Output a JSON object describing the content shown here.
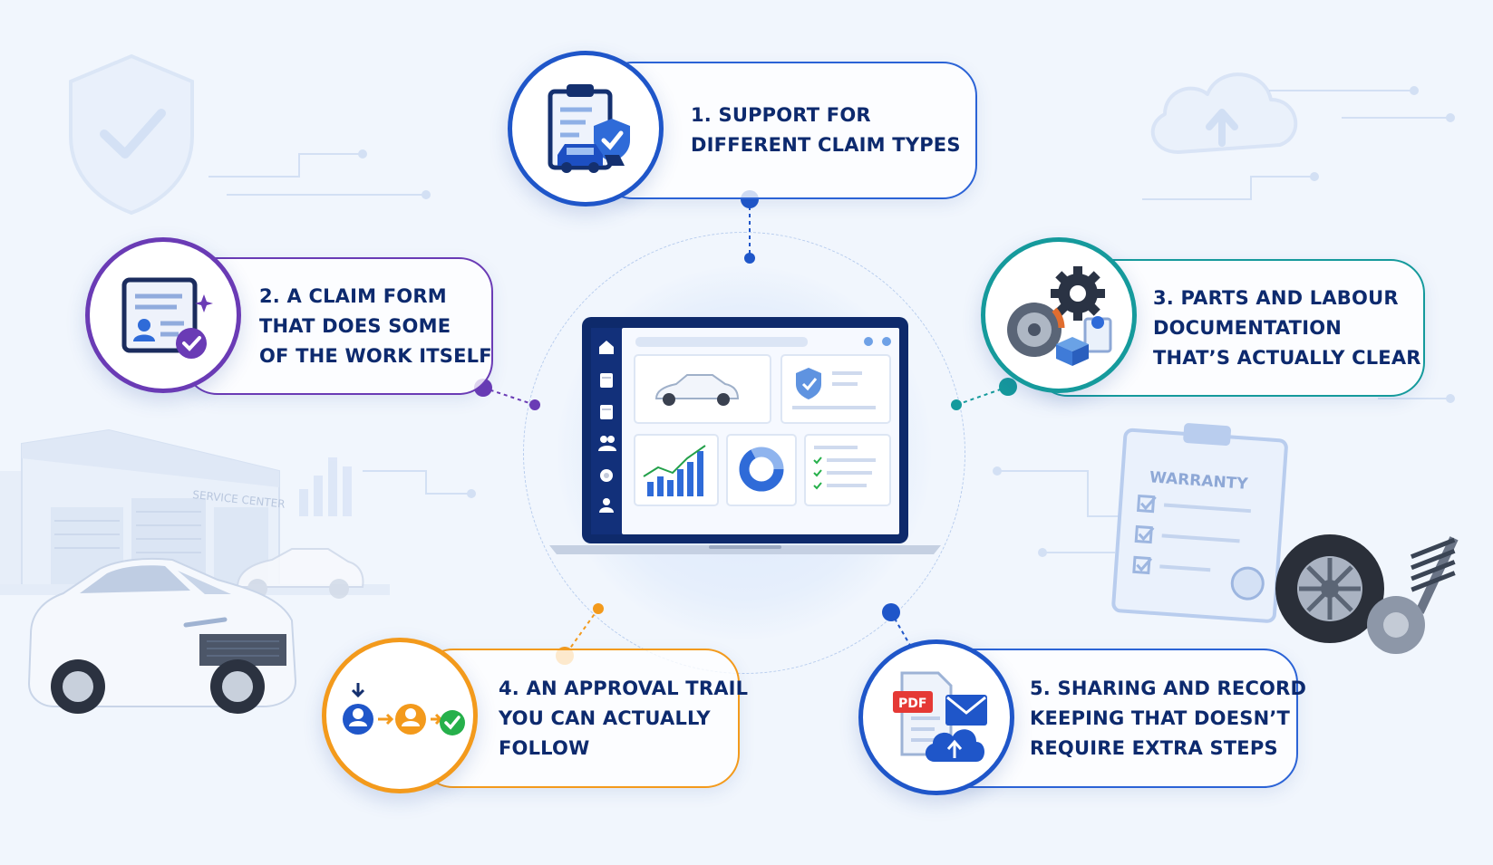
{
  "colors": {
    "background": "#f1f6fd",
    "navy": "#0d2a6e",
    "blue": "#1f56c9",
    "purple": "#6a3bb5",
    "teal": "#159a9c",
    "orange": "#f39a1c",
    "green": "#26b04b",
    "red": "#e53935"
  },
  "center": {
    "icon": "laptop-dashboard-icon",
    "sidebar_icons": [
      "home-icon",
      "clipboard-icon",
      "clipboard-icon",
      "users-icon",
      "gear-icon",
      "user-settings-icon"
    ]
  },
  "features": [
    {
      "id": 1,
      "lines": [
        "1. SUPPORT FOR",
        "DIFFERENT CLAIM TYPES"
      ],
      "color": "#1f56c9",
      "icon": "clipboard-shield-car-icon"
    },
    {
      "id": 2,
      "lines": [
        "2. A CLAIM FORM",
        "THAT DOES SOME",
        "OF THE WORK ITSELF"
      ],
      "color": "#6a3bb5",
      "icon": "id-form-check-icon"
    },
    {
      "id": 3,
      "lines": [
        "3. PARTS AND LABOUR",
        "DOCUMENTATION",
        "THAT’S ACTUALLY CLEAR"
      ],
      "color": "#159a9c",
      "icon": "gear-brake-parts-icon"
    },
    {
      "id": 4,
      "lines": [
        "4. AN APPROVAL TRAIL",
        "YOU CAN ACTUALLY",
        "FOLLOW"
      ],
      "color": "#f39a1c",
      "icon": "approval-flow-icon"
    },
    {
      "id": 5,
      "lines": [
        "5. SHARING AND RECORD",
        "KEEPING THAT DOESN’T",
        "REQUIRE EXTRA STEPS"
      ],
      "color": "#1f56c9",
      "icon": "pdf-email-cloud-icon"
    }
  ],
  "background_art": {
    "service_sign": "SERVICE CENTER",
    "warranty_sign": "WARRANTY",
    "pdf_label": "PDF",
    "icons": [
      "shield-check-icon",
      "cloud-upload-icon",
      "service-center-building-icon",
      "suv-car-icon",
      "warranty-clipboard-icon",
      "tire-icon",
      "shock-absorber-icon"
    ]
  }
}
